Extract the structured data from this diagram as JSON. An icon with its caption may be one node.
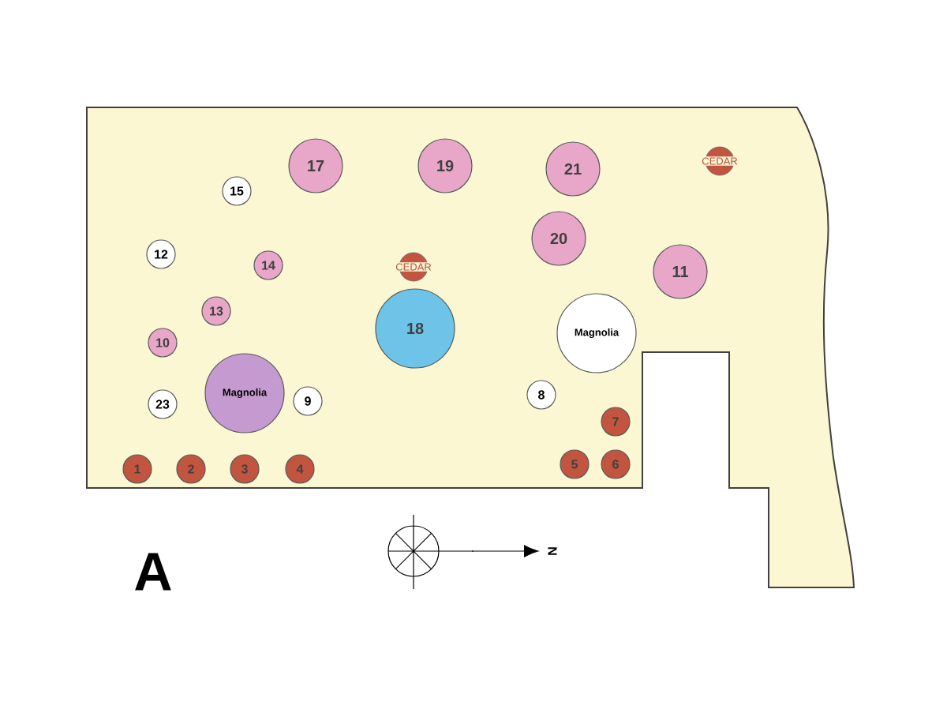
{
  "diagram": {
    "nodes": [
      {
        "text": [
          "17"
        ]
      },
      {
        "text": [
          "19"
        ]
      },
      {
        "text": [
          "21"
        ]
      },
      {
        "text": [
          "CEDAR"
        ]
      },
      {
        "text": [
          "15"
        ]
      },
      {
        "text": [
          "20"
        ]
      },
      {
        "text": [
          "12"
        ]
      },
      {
        "text": [
          "14"
        ]
      },
      {
        "text": [
          "CEDAR"
        ]
      },
      {
        "text": [
          "11"
        ]
      },
      {
        "text": [
          "13"
        ]
      },
      {
        "text": [
          "18"
        ]
      },
      {
        "text": [
          "Magnolia"
        ]
      },
      {
        "text": [
          "10"
        ]
      },
      {
        "text": [
          "8"
        ]
      },
      {
        "text": [
          "Magnolia"
        ]
      },
      {
        "text": [
          "23"
        ]
      },
      {
        "text": [
          "9"
        ]
      },
      {
        "text": [
          "7"
        ]
      },
      {
        "text": [
          "1"
        ]
      },
      {
        "text": [
          "2"
        ]
      },
      {
        "text": [
          "3"
        ]
      },
      {
        "text": [
          "4"
        ]
      },
      {
        "text": [
          "5"
        ]
      },
      {
        "text": [
          "6"
        ]
      }
    ],
    "labels": [
      "A",
      "N"
    ]
  }
}
